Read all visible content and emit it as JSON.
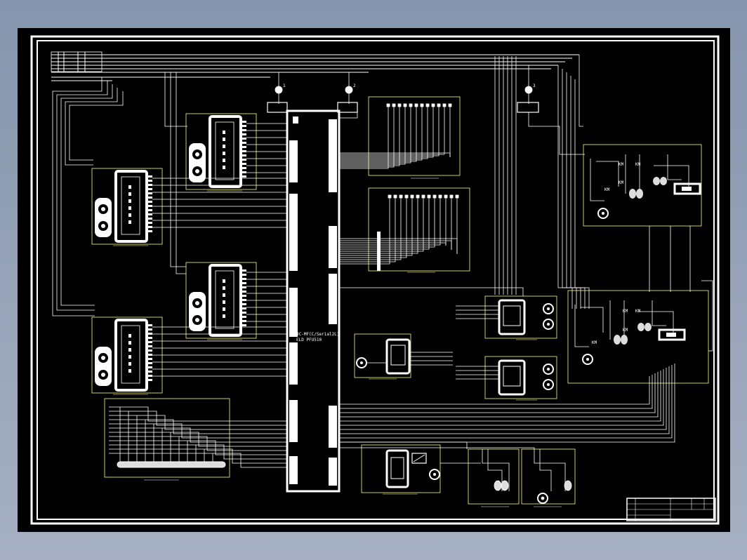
{
  "app": {
    "background": "#8e9cb0",
    "canvas_background": "#000000",
    "line_color": "#ffffff",
    "highlight_color": "#ffff66"
  },
  "diagram": {
    "plc_label_line1": "DC-MF(C/Serial2L)",
    "plc_label_line2": "ELD PFU510",
    "top_markers": [
      "1",
      "2",
      "3"
    ],
    "relay_tags": [
      "KM",
      "KM",
      "KM",
      "KM"
    ]
  }
}
